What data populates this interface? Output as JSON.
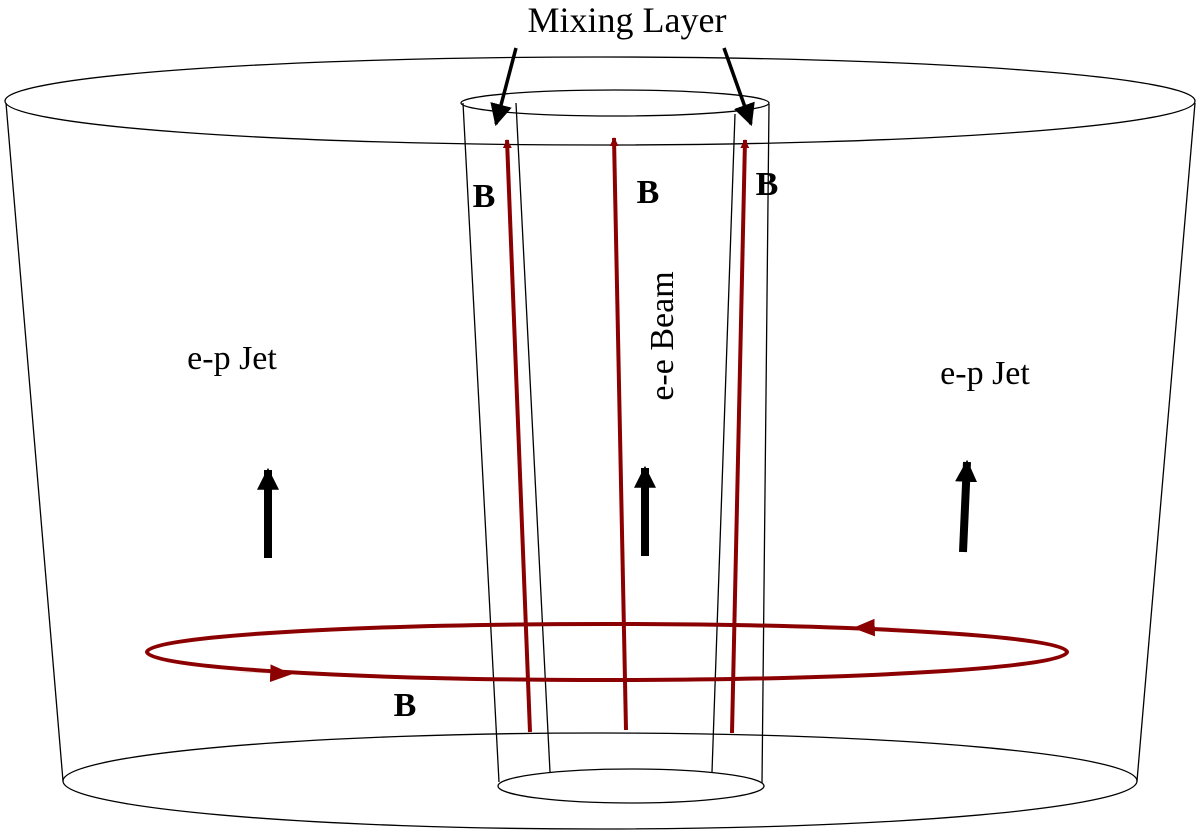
{
  "diagram": {
    "title": "Mixing Layer",
    "left_region": "e-p Jet",
    "right_region": "e-p Jet",
    "central_region": "e-e Beam",
    "field_labels": [
      "B",
      "B",
      "B",
      "B"
    ],
    "colors": {
      "outline": "#000000",
      "field": "#8b0000",
      "flow_arrow": "#000000"
    }
  }
}
